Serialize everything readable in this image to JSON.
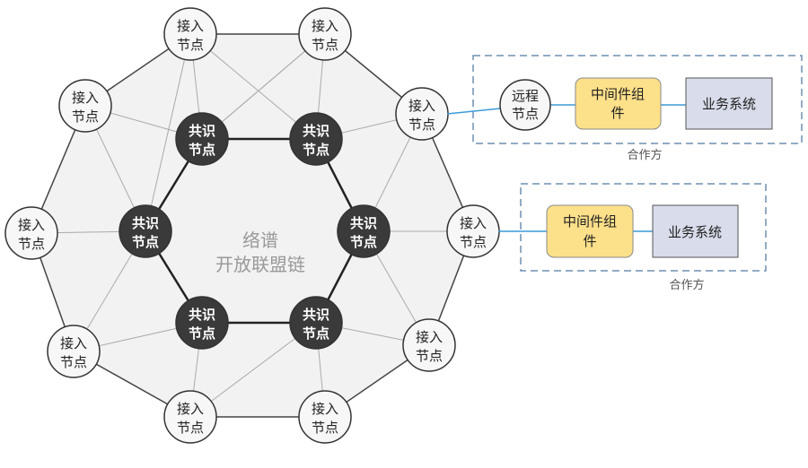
{
  "title_line1": "络谱",
  "title_line2": "开放联盟链",
  "access_node": {
    "line1": "接入",
    "line2": "节点"
  },
  "consensus_node": {
    "line1": "共识",
    "line2": "节点"
  },
  "remote_node": {
    "line1": "远程",
    "line2": "节点"
  },
  "middleware": {
    "line1": "中间件组",
    "line2": "件"
  },
  "business_system": "业务系统",
  "partner_label": "合作方",
  "colors": {
    "ring_fill": "#f2f2f2",
    "consensus": "#3a3a3a",
    "middleware": "#fde08a",
    "business": "#d9dcea",
    "link": "#3a9ad9",
    "dash": "#6f8fb0"
  }
}
